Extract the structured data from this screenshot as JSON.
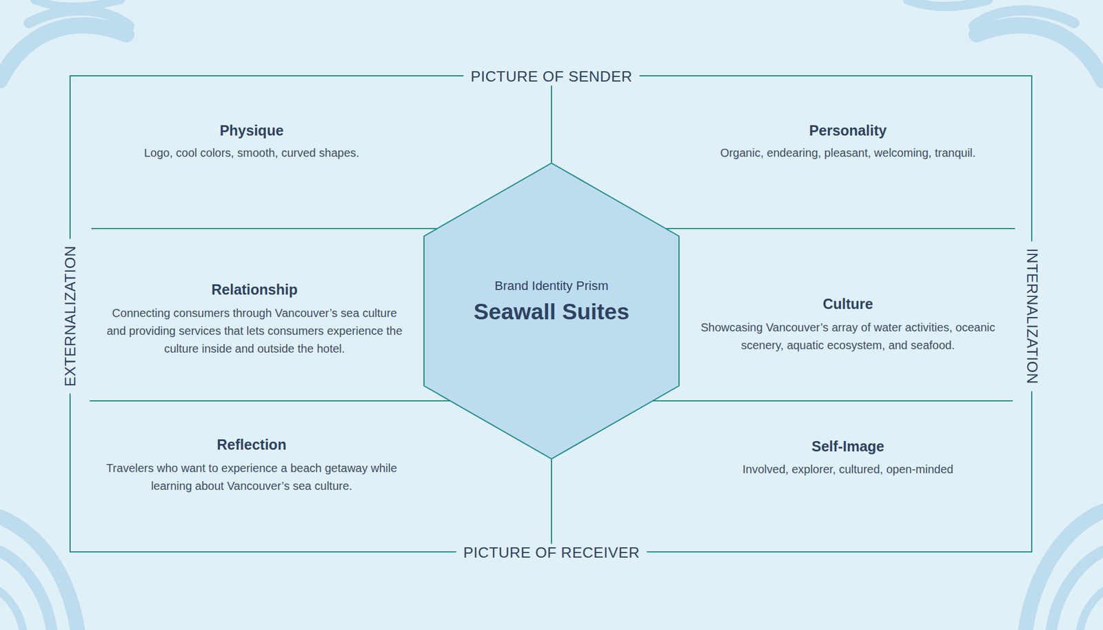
{
  "diagram": {
    "nodes": [
      {
        "text": [
          "Brand Identity Prism",
          "Seawall Suites"
        ]
      }
    ],
    "labels": [
      "PICTURE OF SENDER",
      "Physique",
      "Logo, cool colors, smooth, curved shapes.",
      "Personality",
      "Organic, endearing, pleasant, welcoming, tranquil.",
      "EXTERNALIZATION",
      "Relationship",
      "Connecting consumers through Vancouver’s sea culture and providing services that lets consumers experience the culture inside and outside the hotel.",
      "Culture",
      "Showcasing Vancouver’s array of water activities, oceanic scenery, aquatic ecosystem, and seafood.",
      "INTERNALIZATION",
      "Reflection",
      "Travelers who want to experience a beach getaway while learning about Vancouver’s sea culture.",
      "Self-Image",
      "Involved, explorer, cultured, open-minded",
      "PICTURE OF RECEIVER"
    ]
  }
}
